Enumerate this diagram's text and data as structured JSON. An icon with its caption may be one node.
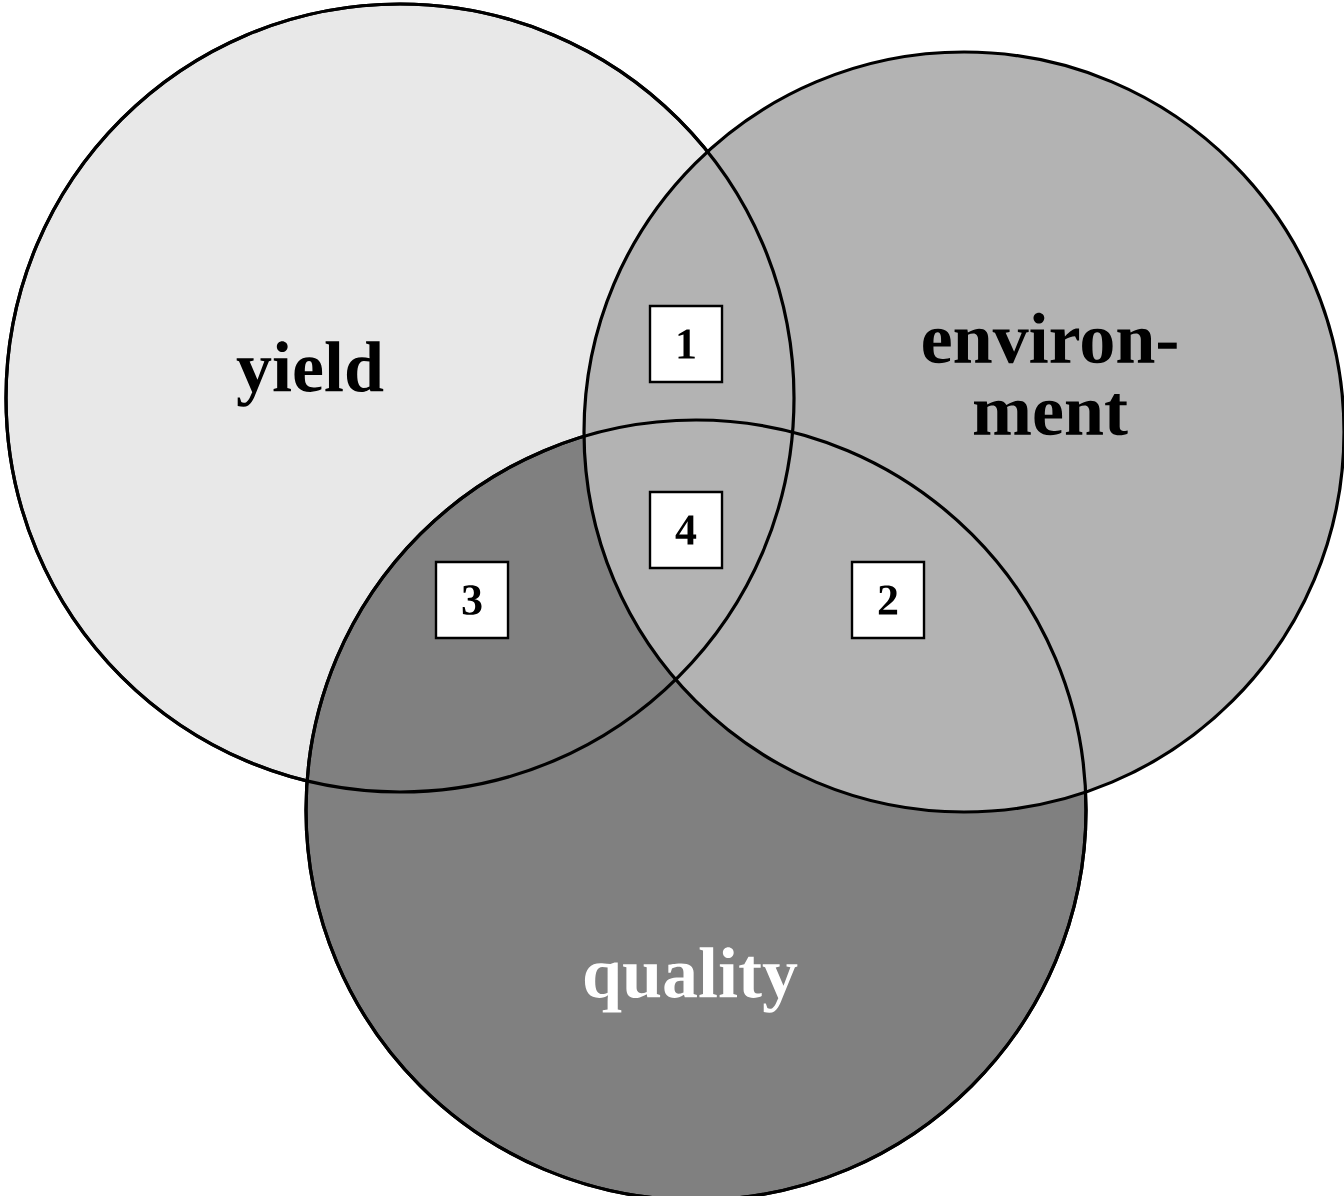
{
  "diagram": {
    "nodes": [
      {
        "text": [
          "yield"
        ]
      },
      {
        "text": [
          "environ- ment"
        ]
      },
      {
        "text": [
          "quality"
        ]
      },
      {
        "text": [
          "1"
        ]
      },
      {
        "text": [
          "4"
        ]
      },
      {
        "text": [
          "3"
        ]
      },
      {
        "text": [
          "2"
        ]
      }
    ],
    "edges": []
  }
}
